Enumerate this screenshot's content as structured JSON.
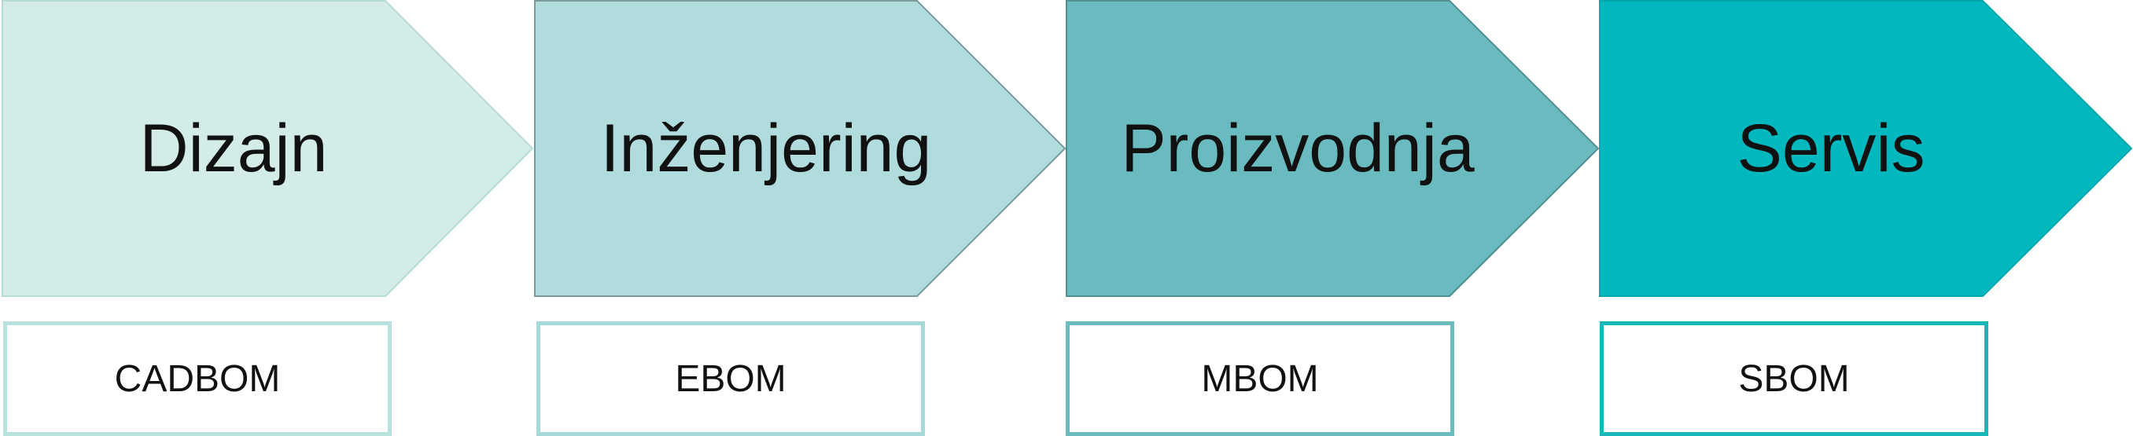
{
  "stages": [
    {
      "label": "Dizajn",
      "fill": "#d4ece8",
      "stroke": "#b4dcd4"
    },
    {
      "label": "Inženjering",
      "fill": "#b0dcdd",
      "stroke": "#7a9a9a"
    },
    {
      "label": "Proizvodnja",
      "fill": "#6abbbf",
      "stroke": "#4f8f92"
    },
    {
      "label": "Servis",
      "fill": "#00b8bd",
      "stroke": "#00a7ab"
    }
  ],
  "boms": [
    {
      "label": "CADBOM",
      "border": "#b8e2de"
    },
    {
      "label": "EBOM",
      "border": "#a5d8d8"
    },
    {
      "label": "MBOM",
      "border": "#6abcbe"
    },
    {
      "label": "SBOM",
      "border": "#19b8b8"
    }
  ]
}
